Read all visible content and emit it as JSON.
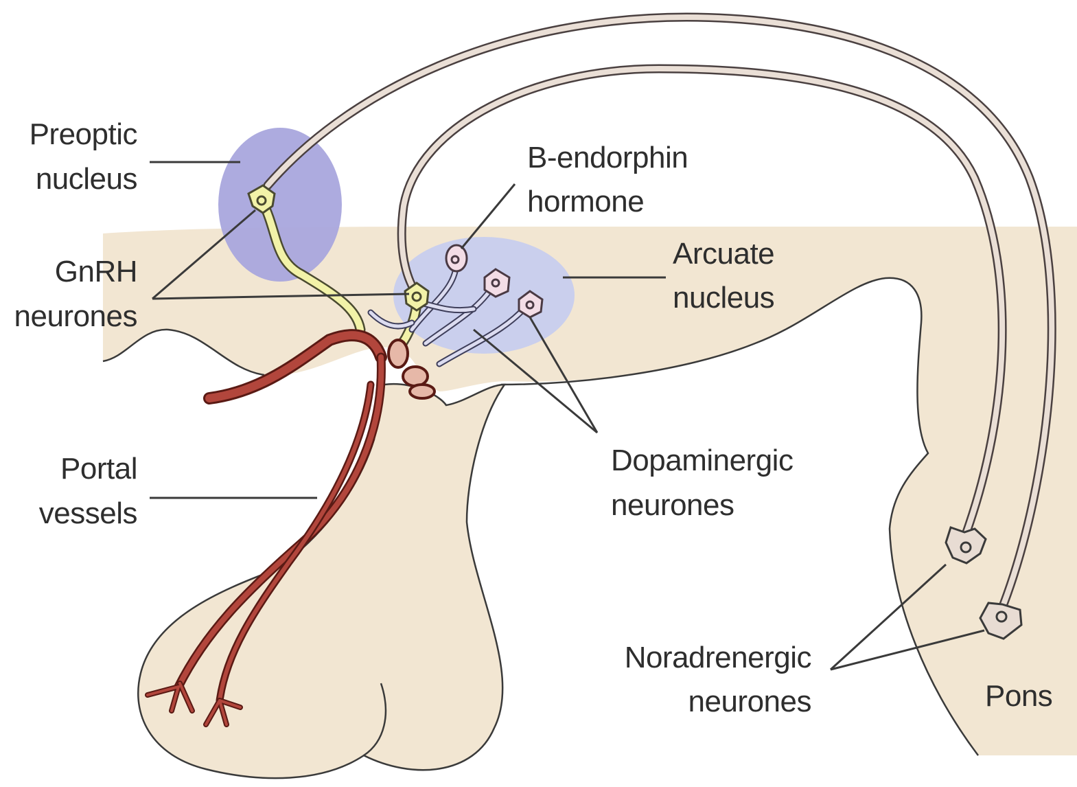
{
  "labels": {
    "preoptic_line1": "Preoptic",
    "preoptic_line2": "nucleus",
    "gnrh_line1": "GnRH",
    "gnrh_line2": "neurones",
    "bendorphin_line1": "B-endorphin",
    "bendorphin_line2": "hormone",
    "arcuate_line1": "Arcuate",
    "arcuate_line2": "nucleus",
    "portal_line1": "Portal",
    "portal_line2": "vessels",
    "dopaminergic_line1": "Dopaminergic",
    "dopaminergic_line2": "neurones",
    "noradrenergic_line1": "Noradrenergic",
    "noradrenergic_line2": "neurones",
    "pons": "Pons"
  },
  "colors": {
    "tissue": "#f2e6d2",
    "preoptic_region": "#a9a6dd",
    "arcuate_region": "#c7cdee",
    "gnrh_neuron": "#f2f2a8",
    "portal_vessel": "#b2463c",
    "axon": "#eadfd6",
    "outline": "#3a3a3a"
  }
}
